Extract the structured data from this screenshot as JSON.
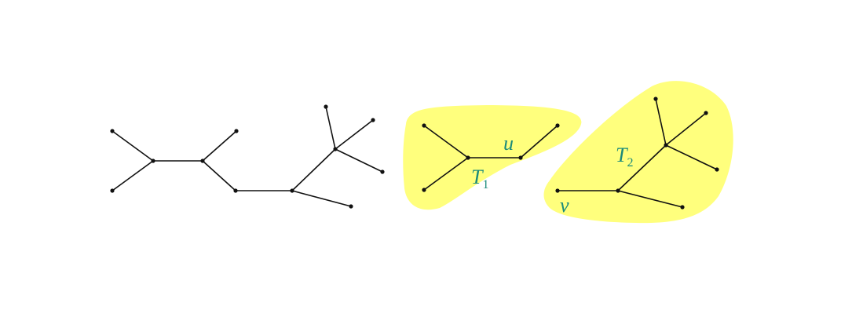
{
  "colors": {
    "highlight": "#ffff66",
    "edge": "#111111",
    "node": "#111111",
    "label": "#1a8a7a"
  },
  "labels": {
    "u": "u",
    "v": "v",
    "t1_main": "T",
    "t1_sub": "1",
    "t2_main": "T",
    "t2_sub": "2"
  }
}
